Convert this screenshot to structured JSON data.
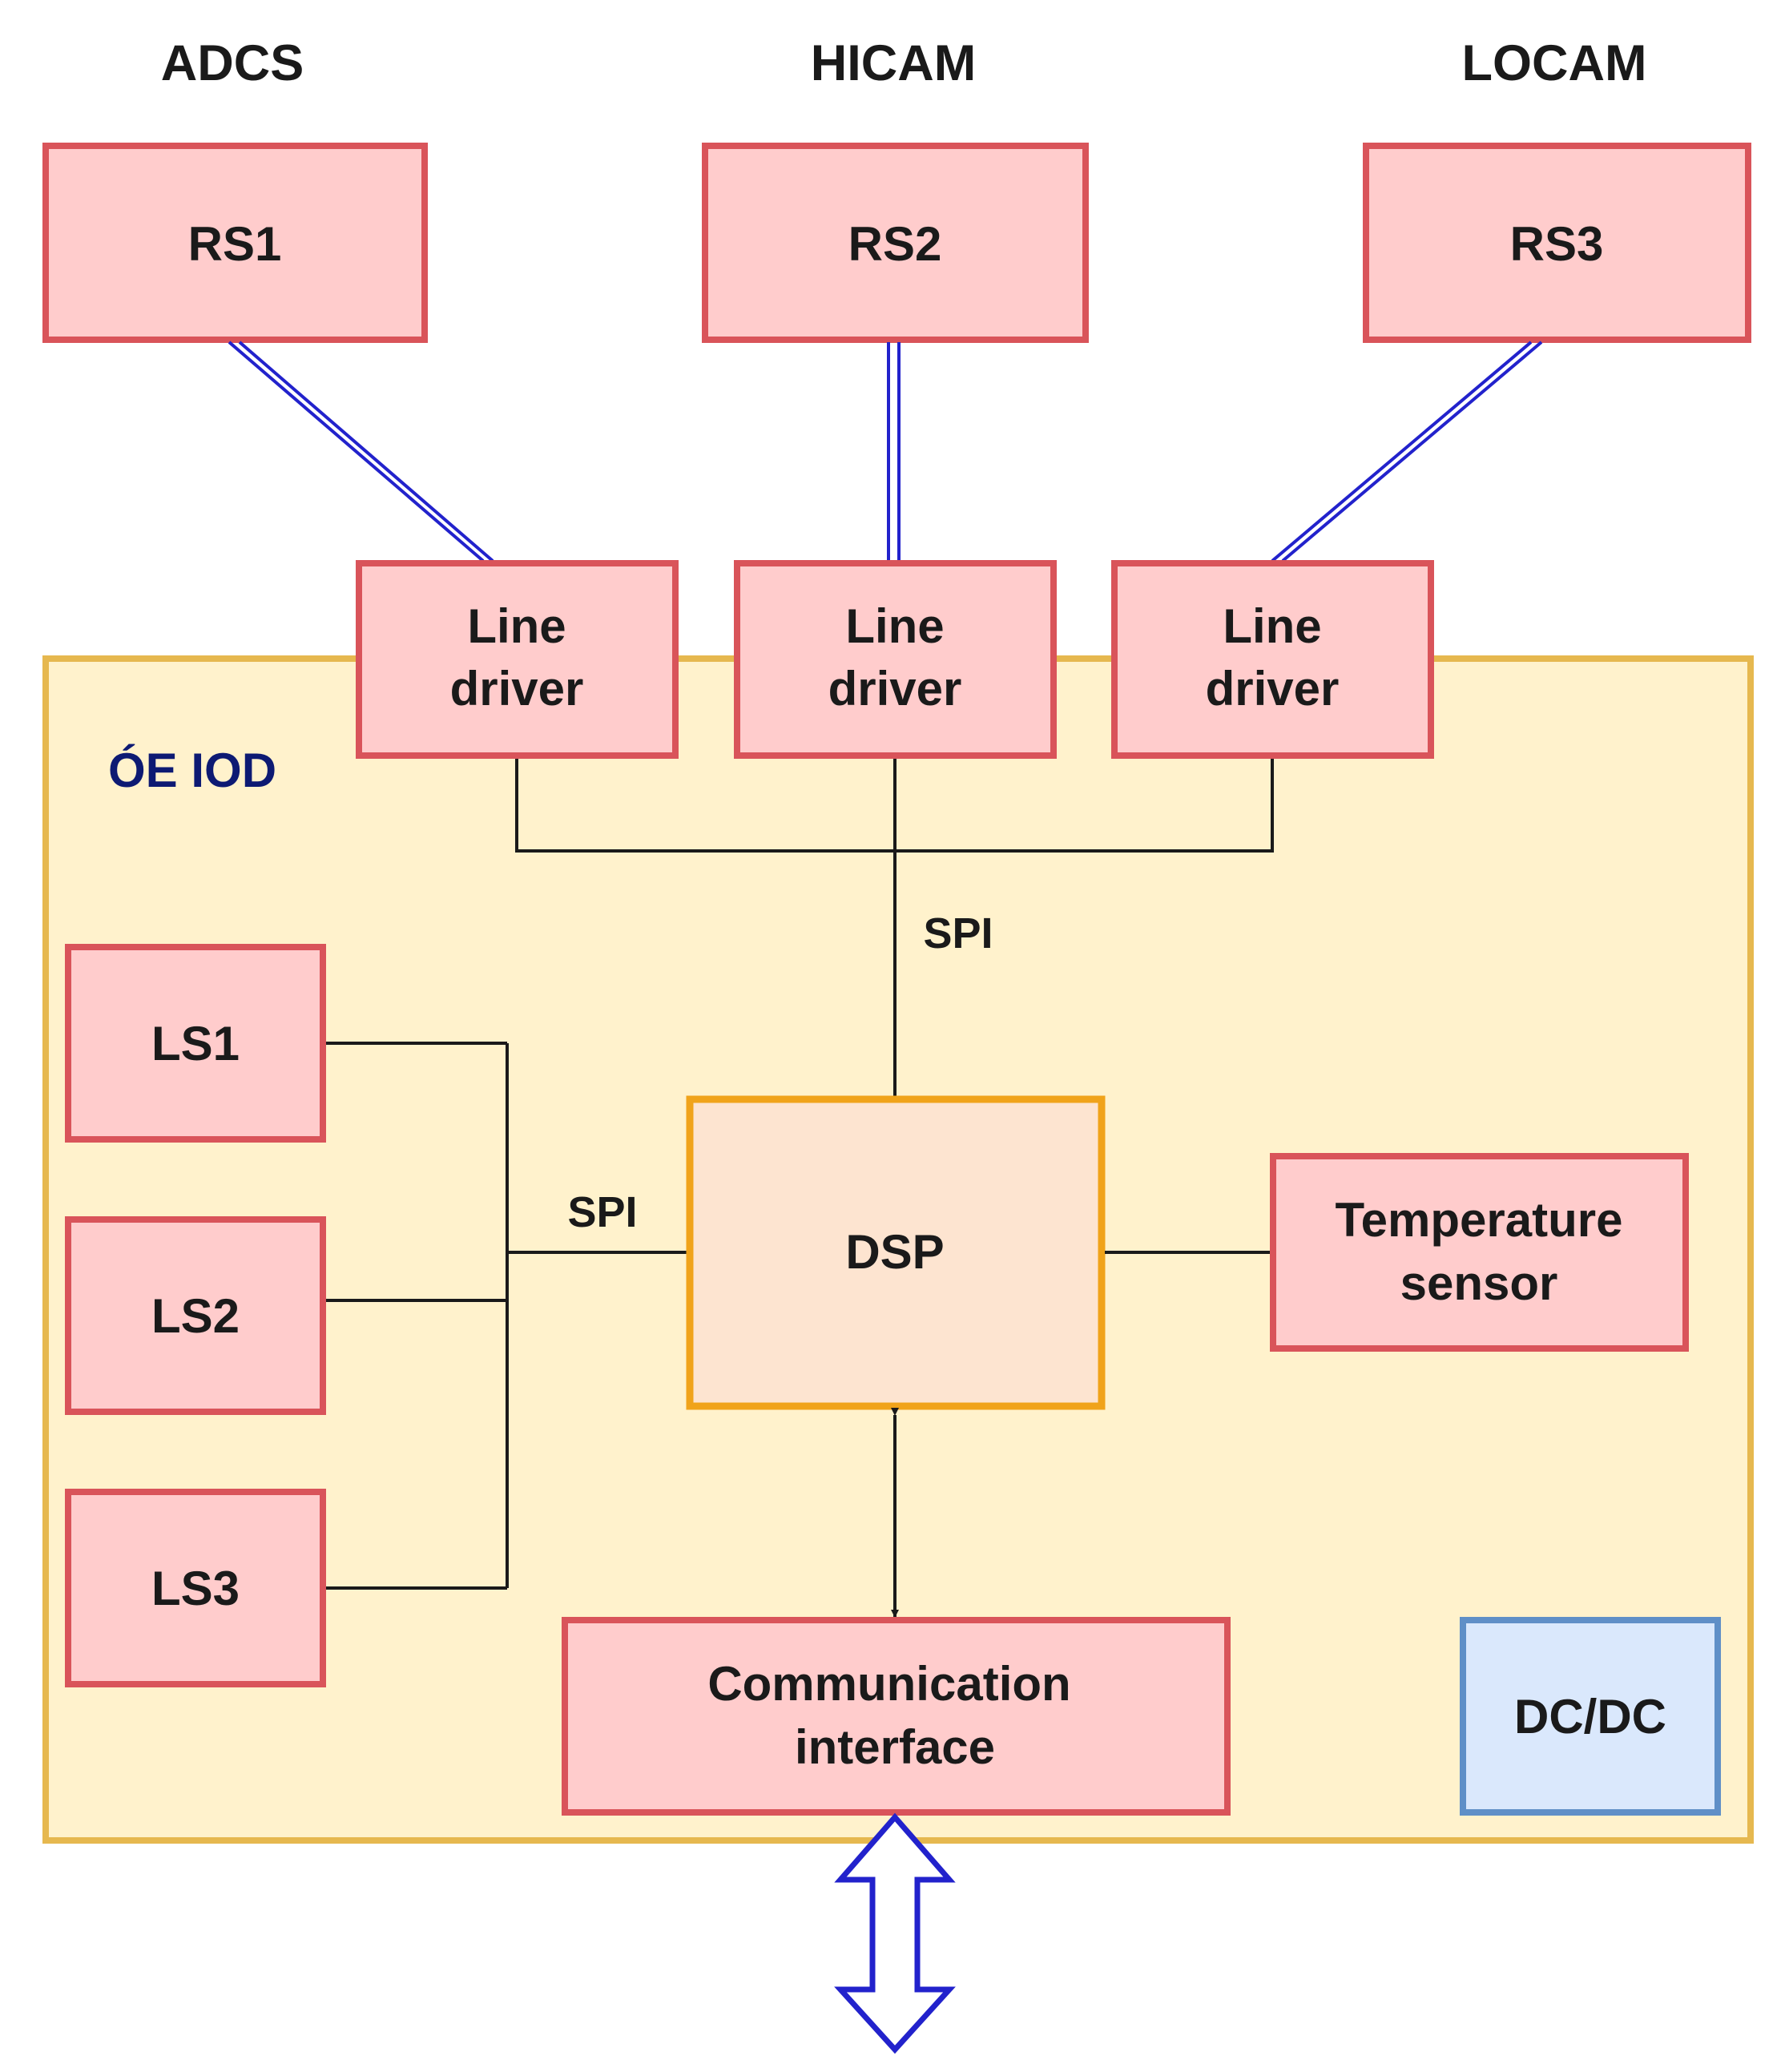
{
  "subsystems": {
    "adcs": "ADCS",
    "hicam": "HICAM",
    "locam": "LOCAM"
  },
  "sensors": {
    "rs1": "RS1",
    "rs2": "RS2",
    "rs3": "RS3",
    "ls1": "LS1",
    "ls2": "LS2",
    "ls3": "LS3"
  },
  "line_drivers": [
    {
      "line1": "Line",
      "line2": "driver"
    },
    {
      "line1": "Line",
      "line2": "driver"
    },
    {
      "line1": "Line",
      "line2": "driver"
    }
  ],
  "module": {
    "label": "ÓE IOD",
    "label_color": "#0d1a73",
    "fill": "#fff2cc",
    "border": "#e6b84f"
  },
  "bus": {
    "spi_top": "SPI",
    "spi_left": "SPI"
  },
  "dsp": {
    "label": "DSP",
    "fill": "#fde4d0",
    "border": "#f0a31a"
  },
  "temperature_sensor": {
    "line1": "Temperature",
    "line2": "sensor"
  },
  "communication_interface": {
    "line1": "Communication",
    "line2": "interface"
  },
  "dcdc": {
    "label": "DC/DC",
    "fill": "#dae8fc",
    "border": "#5f8fc7"
  },
  "colors": {
    "block_fill": "#ffcccc",
    "block_border": "#d9545a",
    "link_blue": "#2222cc",
    "line": "#1a1a1a"
  }
}
